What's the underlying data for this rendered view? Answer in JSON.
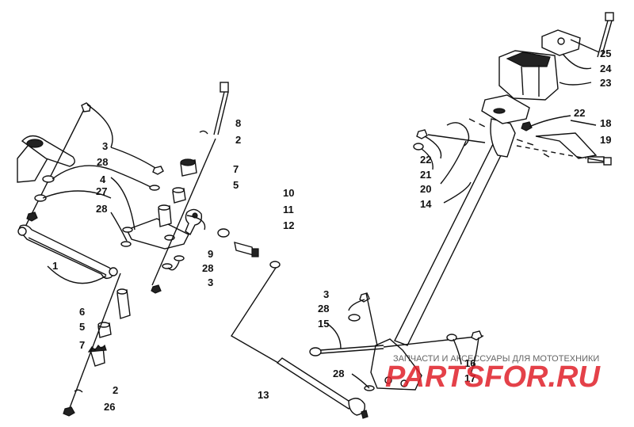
{
  "diagram": {
    "callouts": [
      "1",
      "2",
      "3",
      "4",
      "5",
      "6",
      "7",
      "8",
      "9",
      "10",
      "11",
      "12",
      "13",
      "14",
      "15",
      "16",
      "17",
      "18",
      "19",
      "20",
      "21",
      "22",
      "23",
      "24",
      "25",
      "26",
      "27",
      "28"
    ]
  },
  "watermark": {
    "brand": "PARTSFOR.RU",
    "tagline": "ЗАПЧАСТИ И АКСЕССУАРЫ ДЛЯ МОТОТЕХНИКИ"
  }
}
